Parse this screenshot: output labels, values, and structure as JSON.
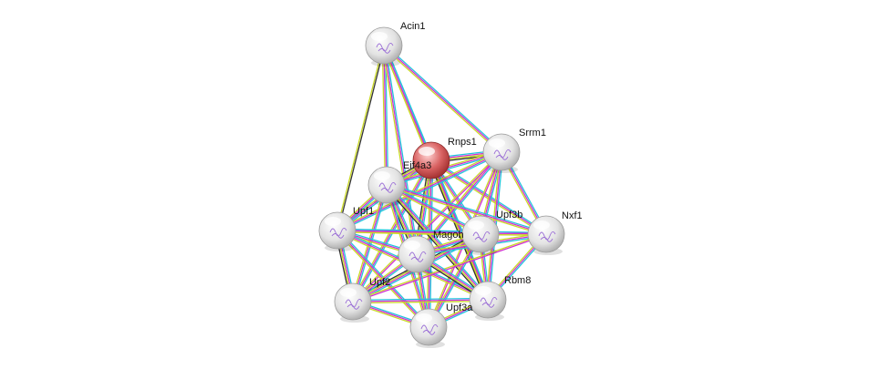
{
  "network": {
    "query_protein": "Rnps1",
    "nodes": [
      {
        "id": "Acin1",
        "label": "Acin1",
        "query": false
      },
      {
        "id": "Rnps1",
        "label": "Rnps1",
        "query": true
      },
      {
        "id": "Srrm1",
        "label": "Srrm1",
        "query": false
      },
      {
        "id": "Eif4a3",
        "label": "Eif4a3",
        "query": false
      },
      {
        "id": "Upf1",
        "label": "Upf1",
        "query": false
      },
      {
        "id": "Upf3b",
        "label": "Upf3b",
        "query": false
      },
      {
        "id": "Nxf1",
        "label": "Nxf1",
        "query": false
      },
      {
        "id": "Magoh",
        "label": "Magoh",
        "query": false
      },
      {
        "id": "Upf2",
        "label": "Upf2",
        "query": false
      },
      {
        "id": "Rbm8",
        "label": "Rbm8",
        "query": false
      },
      {
        "id": "Upf3a",
        "label": "Upf3a",
        "query": false
      }
    ],
    "edges": [
      {
        "a": "Acin1",
        "b": "Rnps1",
        "evidence": [
          "cyan",
          "magenta",
          "yellow"
        ]
      },
      {
        "a": "Acin1",
        "b": "Srrm1",
        "evidence": [
          "cyan",
          "magenta",
          "yellow"
        ]
      },
      {
        "a": "Acin1",
        "b": "Eif4a3",
        "evidence": [
          "cyan",
          "magenta",
          "yellow"
        ]
      },
      {
        "a": "Acin1",
        "b": "Upf1",
        "evidence": [
          "dark",
          "yellow"
        ]
      },
      {
        "a": "Acin1",
        "b": "Magoh",
        "evidence": [
          "cyan",
          "magenta",
          "yellow"
        ]
      },
      {
        "a": "Acin1",
        "b": "Rbm8",
        "evidence": [
          "cyan",
          "magenta",
          "yellow"
        ]
      },
      {
        "a": "Rnps1",
        "b": "Srrm1",
        "evidence": [
          "cyan",
          "magenta",
          "yellow",
          "dark"
        ]
      },
      {
        "a": "Rnps1",
        "b": "Eif4a3",
        "evidence": [
          "cyan",
          "magenta",
          "yellow",
          "dark"
        ]
      },
      {
        "a": "Rnps1",
        "b": "Upf1",
        "evidence": [
          "cyan",
          "magenta",
          "yellow"
        ]
      },
      {
        "a": "Rnps1",
        "b": "Upf3b",
        "evidence": [
          "cyan",
          "magenta",
          "yellow"
        ]
      },
      {
        "a": "Rnps1",
        "b": "Nxf1",
        "evidence": [
          "cyan",
          "magenta",
          "yellow"
        ]
      },
      {
        "a": "Rnps1",
        "b": "Magoh",
        "evidence": [
          "cyan",
          "magenta",
          "yellow",
          "dark"
        ]
      },
      {
        "a": "Rnps1",
        "b": "Upf2",
        "evidence": [
          "cyan",
          "magenta",
          "yellow"
        ]
      },
      {
        "a": "Rnps1",
        "b": "Rbm8",
        "evidence": [
          "cyan",
          "magenta",
          "yellow",
          "dark"
        ]
      },
      {
        "a": "Rnps1",
        "b": "Upf3a",
        "evidence": [
          "cyan",
          "magenta",
          "yellow"
        ]
      },
      {
        "a": "Srrm1",
        "b": "Eif4a3",
        "evidence": [
          "cyan",
          "magenta",
          "yellow"
        ]
      },
      {
        "a": "Srrm1",
        "b": "Upf1",
        "evidence": [
          "cyan",
          "magenta",
          "yellow"
        ]
      },
      {
        "a": "Srrm1",
        "b": "Upf3b",
        "evidence": [
          "cyan",
          "magenta",
          "yellow"
        ]
      },
      {
        "a": "Srrm1",
        "b": "Nxf1",
        "evidence": [
          "cyan",
          "magenta",
          "yellow"
        ]
      },
      {
        "a": "Srrm1",
        "b": "Magoh",
        "evidence": [
          "cyan",
          "magenta",
          "yellow"
        ]
      },
      {
        "a": "Srrm1",
        "b": "Upf2",
        "evidence": [
          "magenta",
          "yellow"
        ]
      },
      {
        "a": "Srrm1",
        "b": "Rbm8",
        "evidence": [
          "cyan",
          "magenta",
          "yellow"
        ]
      },
      {
        "a": "Srrm1",
        "b": "Upf3a",
        "evidence": [
          "magenta",
          "yellow"
        ]
      },
      {
        "a": "Eif4a3",
        "b": "Upf1",
        "evidence": [
          "cyan",
          "magenta",
          "yellow"
        ]
      },
      {
        "a": "Eif4a3",
        "b": "Upf3b",
        "evidence": [
          "cyan",
          "magenta",
          "yellow"
        ]
      },
      {
        "a": "Eif4a3",
        "b": "Nxf1",
        "evidence": [
          "cyan",
          "magenta",
          "yellow"
        ]
      },
      {
        "a": "Eif4a3",
        "b": "Magoh",
        "evidence": [
          "cyan",
          "magenta",
          "yellow",
          "dark"
        ]
      },
      {
        "a": "Eif4a3",
        "b": "Upf2",
        "evidence": [
          "cyan",
          "magenta",
          "yellow"
        ]
      },
      {
        "a": "Eif4a3",
        "b": "Rbm8",
        "evidence": [
          "cyan",
          "magenta",
          "yellow",
          "dark"
        ]
      },
      {
        "a": "Eif4a3",
        "b": "Upf3a",
        "evidence": [
          "cyan",
          "magenta",
          "yellow"
        ]
      },
      {
        "a": "Upf1",
        "b": "Upf3b",
        "evidence": [
          "cyan",
          "magenta",
          "yellow"
        ]
      },
      {
        "a": "Upf1",
        "b": "Nxf1",
        "evidence": [
          "cyan",
          "magenta",
          "yellow"
        ]
      },
      {
        "a": "Upf1",
        "b": "Magoh",
        "evidence": [
          "cyan",
          "magenta",
          "yellow"
        ]
      },
      {
        "a": "Upf1",
        "b": "Upf2",
        "evidence": [
          "cyan",
          "magenta",
          "yellow",
          "dark"
        ]
      },
      {
        "a": "Upf1",
        "b": "Rbm8",
        "evidence": [
          "cyan",
          "magenta",
          "yellow"
        ]
      },
      {
        "a": "Upf1",
        "b": "Upf3a",
        "evidence": [
          "cyan",
          "magenta",
          "yellow"
        ]
      },
      {
        "a": "Upf3b",
        "b": "Nxf1",
        "evidence": [
          "magenta",
          "yellow"
        ]
      },
      {
        "a": "Upf3b",
        "b": "Magoh",
        "evidence": [
          "cyan",
          "magenta",
          "yellow"
        ]
      },
      {
        "a": "Upf3b",
        "b": "Upf2",
        "evidence": [
          "cyan",
          "magenta",
          "yellow",
          "dark"
        ]
      },
      {
        "a": "Upf3b",
        "b": "Rbm8",
        "evidence": [
          "cyan",
          "magenta",
          "yellow"
        ]
      },
      {
        "a": "Upf3b",
        "b": "Upf3a",
        "evidence": [
          "cyan",
          "magenta",
          "yellow"
        ]
      },
      {
        "a": "Nxf1",
        "b": "Magoh",
        "evidence": [
          "cyan",
          "magenta",
          "yellow"
        ]
      },
      {
        "a": "Nxf1",
        "b": "Upf2",
        "evidence": [
          "magenta",
          "yellow"
        ]
      },
      {
        "a": "Nxf1",
        "b": "Rbm8",
        "evidence": [
          "cyan",
          "magenta",
          "yellow"
        ]
      },
      {
        "a": "Magoh",
        "b": "Upf2",
        "evidence": [
          "cyan",
          "magenta",
          "yellow"
        ]
      },
      {
        "a": "Magoh",
        "b": "Rbm8",
        "evidence": [
          "cyan",
          "magenta",
          "yellow",
          "dark"
        ]
      },
      {
        "a": "Magoh",
        "b": "Upf3a",
        "evidence": [
          "cyan",
          "magenta",
          "yellow"
        ]
      },
      {
        "a": "Upf2",
        "b": "Rbm8",
        "evidence": [
          "cyan",
          "magenta",
          "yellow"
        ]
      },
      {
        "a": "Upf2",
        "b": "Upf3a",
        "evidence": [
          "cyan",
          "magenta",
          "yellow"
        ]
      },
      {
        "a": "Rbm8",
        "b": "Upf3a",
        "evidence": [
          "cyan",
          "magenta",
          "yellow"
        ]
      }
    ]
  },
  "colors": {
    "cyan": "#22c4dc",
    "magenta": "#d12fd1",
    "yellow": "#c9d826",
    "dark": "#333333",
    "query_node": "#d95a5a",
    "node": "#e6e6e6"
  }
}
